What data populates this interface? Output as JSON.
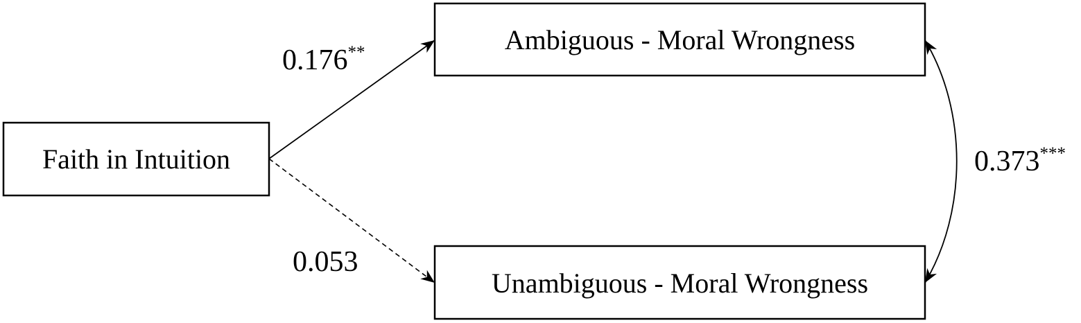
{
  "nodes": {
    "faith": {
      "label": "Faith in Intuition"
    },
    "ambiguous": {
      "label": "Ambiguous - Moral Wrongness"
    },
    "unambiguous": {
      "label": "Unambiguous - Moral Wrongness"
    }
  },
  "paths": {
    "faith_to_ambiguous": {
      "coefficient": "0.176",
      "significance": "**",
      "line_style": "solid"
    },
    "faith_to_unambiguous": {
      "coefficient": "0.053",
      "significance": "",
      "line_style": "dashed"
    },
    "ambiguous_unambiguous_covariance": {
      "coefficient": "0.373",
      "significance": "***",
      "line_style": "solid"
    }
  },
  "colors": {
    "stroke": "#000000",
    "background": "#ffffff"
  }
}
